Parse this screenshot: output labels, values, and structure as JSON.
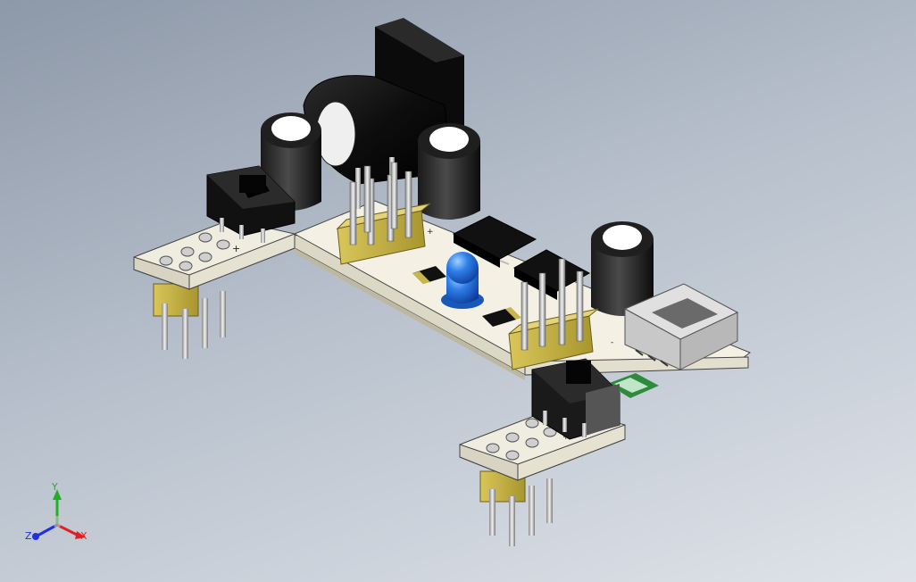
{
  "viewport": {
    "background_top": "#8d98a8",
    "background_bottom": "#dfe3e9"
  },
  "model": {
    "board_color": "#f7f5ea",
    "silkscreen_color": "#222222",
    "component_color": "#111111",
    "header_color": "#c9b64a",
    "pin_color": "#d8d8d8",
    "led_color": "#1f6fe0",
    "pcb_labels": [
      "+",
      "-",
      "+",
      "-",
      "+"
    ]
  },
  "triad": {
    "x_label": "X",
    "y_label": "Y",
    "z_label": "Z",
    "x_color": "#e02020",
    "y_color": "#20b020",
    "z_color": "#2030e0"
  }
}
